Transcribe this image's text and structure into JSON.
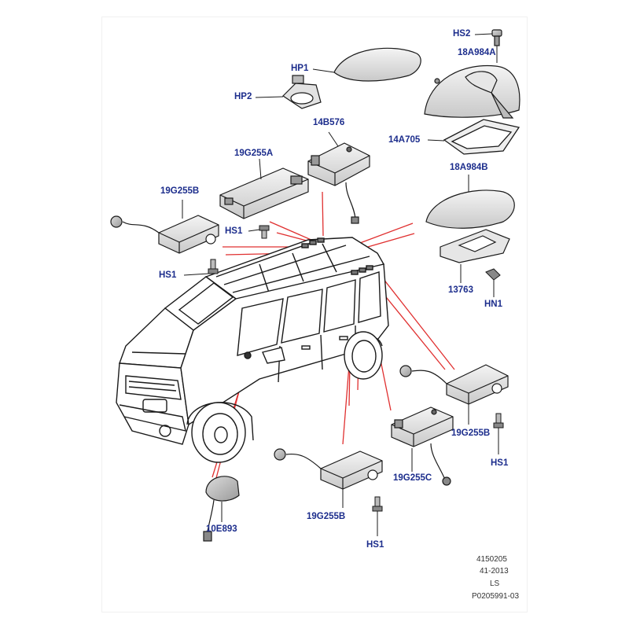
{
  "diagram": {
    "callouts": {
      "hs2": "HS2",
      "a18a984a": "18A984A",
      "hp1": "HP1",
      "hp2": "HP2",
      "b14b576": "14B576",
      "a14a705": "14A705",
      "g19g255a": "19G255A",
      "b18a984b": "18A984B",
      "g19g255b_left": "19G255B",
      "hs1_upper": "HS1",
      "hs1_left": "HS1",
      "p13763": "13763",
      "hn1": "HN1",
      "g19g255b_right": "19G255B",
      "hs1_right": "HS1",
      "g19g255c": "19G255C",
      "g19g255b_bottom": "19G255B",
      "hs1_bottom": "HS1",
      "e10e893": "10E893"
    },
    "footer": {
      "line1": "4150205",
      "line2": "41-2013",
      "line3": "LS",
      "line4": "P0205991-03"
    },
    "colors": {
      "callout": "#1c2d8c",
      "leader": "#e03030",
      "linework": "#1a1a1a"
    }
  }
}
